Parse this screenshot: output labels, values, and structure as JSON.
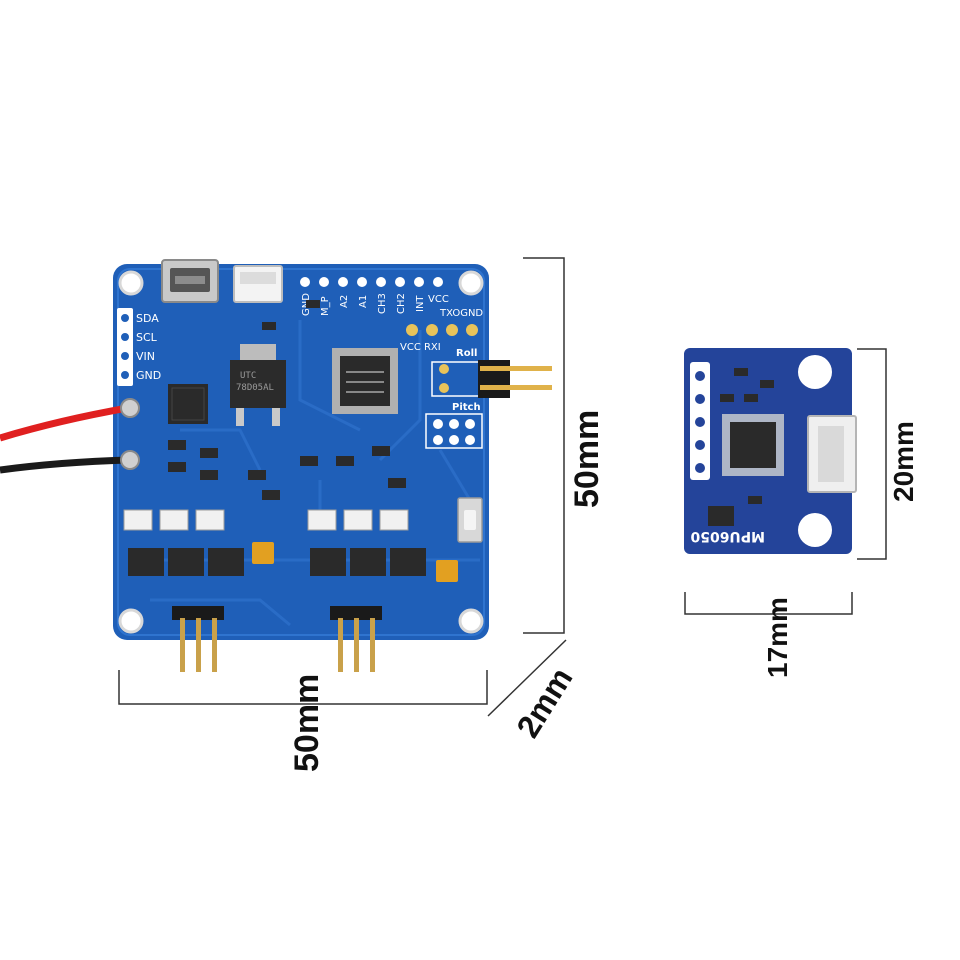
{
  "colors": {
    "pcb": "#1f5fb8",
    "pcb_dark": "#154a96",
    "pcb_light": "#2f74cf",
    "sensor_pcb": "#24449a",
    "dimension_line": "#333333",
    "wire_red": "#e02020",
    "wire_black": "#1a1a1a"
  },
  "controller_board": {
    "header_pin_labels": [
      "GND",
      "M_P",
      "A2",
      "A1",
      "CH3",
      "CH2",
      "INT",
      "VCC"
    ],
    "i2c_labels": [
      "SDA",
      "SCL",
      "VIN",
      "GND"
    ],
    "uart_label": "TXOGND",
    "vcc_rxi_label": "VCC RXI",
    "roll_label": "Roll",
    "pitch_label": "Pitch",
    "regulator_markings": [
      "UTC",
      "78D05AL"
    ],
    "icons": [
      "micro-usb-port-icon",
      "jst-connector-icon",
      "mcu-chip-icon",
      "regulator-icon",
      "tact-switch-icon",
      "motor-header-icon"
    ]
  },
  "sensor_board": {
    "label": "MPU6050",
    "icons": [
      "imu-chip-icon",
      "jst-socket-icon"
    ]
  },
  "dimensions": {
    "board_width": "50mm",
    "board_height": "50mm",
    "board_thickness": "2mm",
    "sensor_width": "17mm",
    "sensor_height": "20mm"
  }
}
